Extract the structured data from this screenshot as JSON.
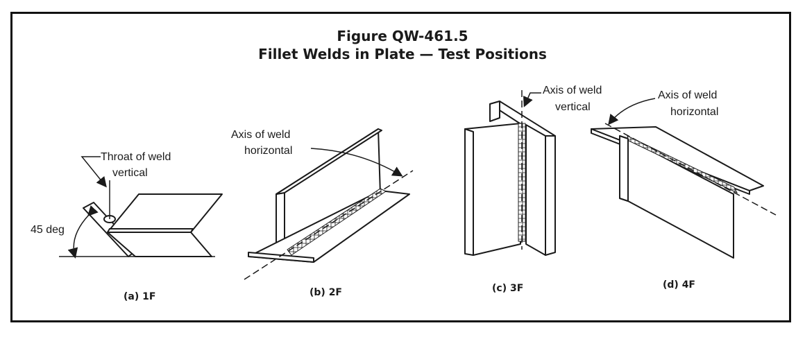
{
  "figure": {
    "title_line1": "Figure QW-461.5",
    "title_line2": "Fillet Welds in Plate — Test Positions"
  },
  "panels": [
    {
      "id": "1F",
      "caption": "(a) 1F",
      "callout_line1": "Throat of weld",
      "callout_line2": "vertical",
      "angle_label": "45 deg"
    },
    {
      "id": "2F",
      "caption": "(b) 2F",
      "callout_line1": "Axis of weld",
      "callout_line2": "horizontal"
    },
    {
      "id": "3F",
      "caption": "(c) 3F",
      "callout_line1": "Axis of weld",
      "callout_line2": "vertical"
    },
    {
      "id": "4F",
      "caption": "(d) 4F",
      "callout_line1": "Axis of weld",
      "callout_line2": "horizontal"
    }
  ]
}
